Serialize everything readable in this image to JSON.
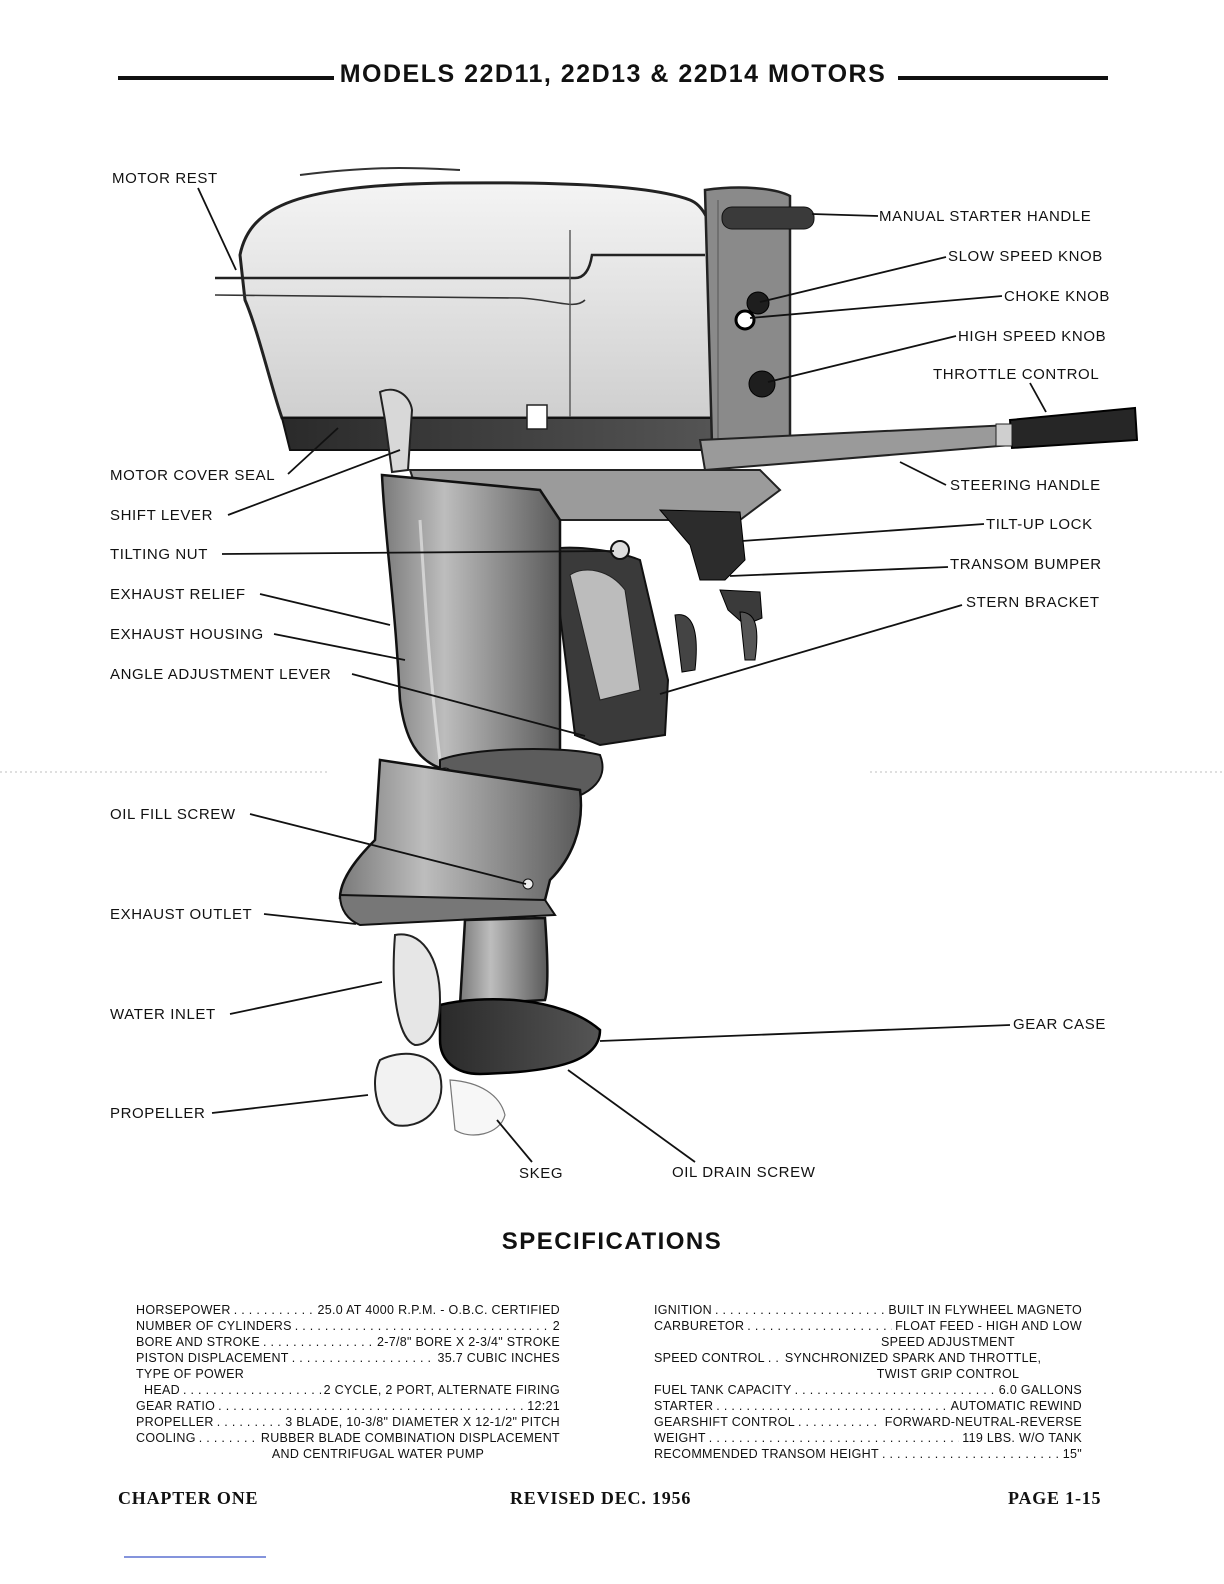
{
  "header": {
    "title": "MODELS 22D11, 22D13 & 22D14 MOTORS"
  },
  "labels": {
    "motor_rest": "MOTOR REST",
    "manual_starter_handle": "MANUAL STARTER HANDLE",
    "slow_speed_knob": "SLOW SPEED KNOB",
    "choke_knob": "CHOKE KNOB",
    "high_speed_knob": "HIGH SPEED KNOB",
    "throttle_control": "THROTTLE CONTROL",
    "motor_cover_seal": "MOTOR COVER SEAL",
    "steering_handle": "STEERING HANDLE",
    "shift_lever": "SHIFT LEVER",
    "tilt_up_lock": "TILT-UP LOCK",
    "tilting_nut": "TILTING NUT",
    "transom_bumper": "TRANSOM BUMPER",
    "exhaust_relief": "EXHAUST RELIEF",
    "stern_bracket": "STERN BRACKET",
    "exhaust_housing": "EXHAUST HOUSING",
    "angle_adjustment_lever": "ANGLE ADJUSTMENT LEVER",
    "oil_fill_screw": "OIL FILL SCREW",
    "exhaust_outlet": "EXHAUST OUTLET",
    "water_inlet": "WATER INLET",
    "gear_case": "GEAR CASE",
    "propeller": "PROPELLER",
    "skeg": "SKEG",
    "oil_drain_screw": "OIL DRAIN SCREW"
  },
  "specifications": {
    "title": "SPECIFICATIONS",
    "left": [
      {
        "key": "HORSEPOWER",
        "value": "25.0 AT 4000 R.P.M. - O.B.C. CERTIFIED"
      },
      {
        "key": "NUMBER OF CYLINDERS",
        "value": "2"
      },
      {
        "key": "BORE AND STROKE",
        "value": "2-7/8\" BORE X 2-3/4\" STROKE"
      },
      {
        "key": "PISTON DISPLACEMENT",
        "value": "35.7 CUBIC INCHES"
      },
      {
        "key": "TYPE OF POWER",
        "value": ""
      },
      {
        "key": "HEAD",
        "value": "2 CYCLE, 2 PORT, ALTERNATE FIRING"
      },
      {
        "key": "GEAR RATIO",
        "value": "12:21"
      },
      {
        "key": "PROPELLER",
        "value": "3 BLADE, 10-3/8\" DIAMETER X 12-1/2\" PITCH"
      },
      {
        "key": "COOLING",
        "value": "RUBBER BLADE COMBINATION DISPLACEMENT"
      }
    ],
    "left_cont": "AND CENTRIFUGAL WATER PUMP",
    "right": [
      {
        "key": "IGNITION",
        "value": "BUILT IN FLYWHEEL MAGNETO"
      },
      {
        "key": "CARBURETOR",
        "value": "FLOAT FEED - HIGH AND LOW"
      },
      {
        "key": "",
        "value": "SPEED ADJUSTMENT"
      },
      {
        "key": "SPEED CONTROL",
        "value": "SYNCHRONIZED SPARK AND THROTTLE,"
      },
      {
        "key": "",
        "value": "TWIST GRIP CONTROL"
      },
      {
        "key": "FUEL TANK CAPACITY",
        "value": "6.0 GALLONS"
      },
      {
        "key": "STARTER",
        "value": "AUTOMATIC REWIND"
      },
      {
        "key": "GEARSHIFT CONTROL",
        "value": "FORWARD-NEUTRAL-REVERSE"
      },
      {
        "key": "WEIGHT",
        "value": "119 LBS. W/O TANK"
      },
      {
        "key": "RECOMMENDED TRANSOM HEIGHT",
        "value": "15\""
      }
    ]
  },
  "footer": {
    "left": "CHAPTER ONE",
    "center": "REVISED DEC. 1956",
    "right": "PAGE 1-15"
  }
}
